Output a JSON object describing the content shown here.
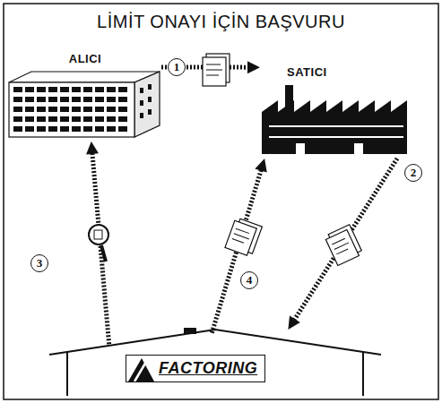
{
  "diagram": {
    "title": "LİMİT ONAYI İÇİN BAŞVURU",
    "nodes": [
      {
        "text": [
          "ALICI"
        ]
      },
      {
        "text": [
          "SATICI"
        ]
      },
      {
        "text": [
          "FACTORING"
        ]
      }
    ],
    "edges": [
      {
        "from": 0,
        "to": 1,
        "arrow": "to",
        "label": "1"
      },
      {
        "from": 1,
        "to": 2,
        "arrow": "to",
        "label": "2"
      },
      {
        "from": 2,
        "to": 0,
        "arrow": "to",
        "label": "3"
      },
      {
        "from": 2,
        "to": 1,
        "arrow": "to",
        "label": "4"
      }
    ]
  }
}
